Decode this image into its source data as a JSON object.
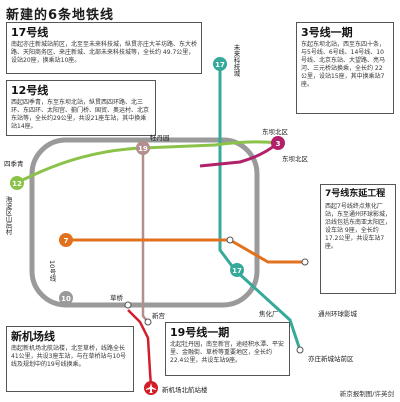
{
  "title": "新建的6条地铁线",
  "colors": {
    "line17": "#35a99a",
    "line3": "#b1216a",
    "line12": "#8bc34a",
    "line7": "#e2711d",
    "line10": "#9a9a9a",
    "line19": "#b58e8e",
    "newAirport": "#d11f2a",
    "ring": "#9a9a9a"
  },
  "boxes": {
    "line17": {
      "heading": "17号线",
      "body": "南起亦庄新城站前区，北至至未来科技城，纵贯亦庄大羊坊路、东大桥路、天阳商务区、来庄新城、北部未来科技城等，全长约 49.7公里，设站20座，换乘站10座。"
    },
    "line3": {
      "heading": "3号线一期",
      "body": "东起东坝北站，西至东四十条，与5号线、6号线、14号线、10号线、北京东站、大望路、亮马河、三元桥站换乘，全长约 22 公里，设站15座，其中换乘站7座。"
    },
    "line12": {
      "heading": "12号线",
      "body": "西起四季青，东至东坝北站，纵贯西四环路、北三环、东四环、太阳宫、蓟门桥、国贸、奥运村、北京东站等，全长约29公里，共设21座车站，其中换乘站14座。"
    },
    "line7": {
      "heading": "7号线东延工程",
      "body": "西起7号线终点焦化厂站，东至通州环球影城，沿线包括东南亚太阳区，设车站 9座，全长约 17.2公里，共设车站7座。"
    },
    "line19": {
      "heading": "19号线一期",
      "body": "北起牡丹园，南至新宫，途经积水潭、平安里、金融街、草桥等重要地区，全长约22.4公里，共设车站9座。"
    },
    "newAirport": {
      "heading": "新机场线",
      "body": "南起新机场北航站楼，北至草桥，线路全长41公里，共设3座车站，与在草桥站与10号线及规划中的19号线换乘。"
    }
  },
  "labels": {
    "siJiQing": "四季青",
    "mudanyuan": "牡丹园",
    "dongbaBeiZhan": "东坝北区",
    "dongbaBeiQu": "东坝北区",
    "haidianShan": "海淀区山后村",
    "weilaiKeji": "未来科技城",
    "caoqiao": "草桥",
    "xingong": "新宫",
    "jiaohuachang": "焦化厂",
    "tongzhouHuanqiu": "通州环球影城",
    "yizhuangZhan": "亦庄新城站前区",
    "newAirportStation": "新机场北航站楼",
    "line10": "10号线"
  },
  "badges": {
    "line17": "17",
    "line3": "3",
    "line12": "12",
    "line7": "7",
    "line10": "10",
    "line19": "19",
    "line17Bottom": "17"
  },
  "credit": "新京报制图/许英剑"
}
